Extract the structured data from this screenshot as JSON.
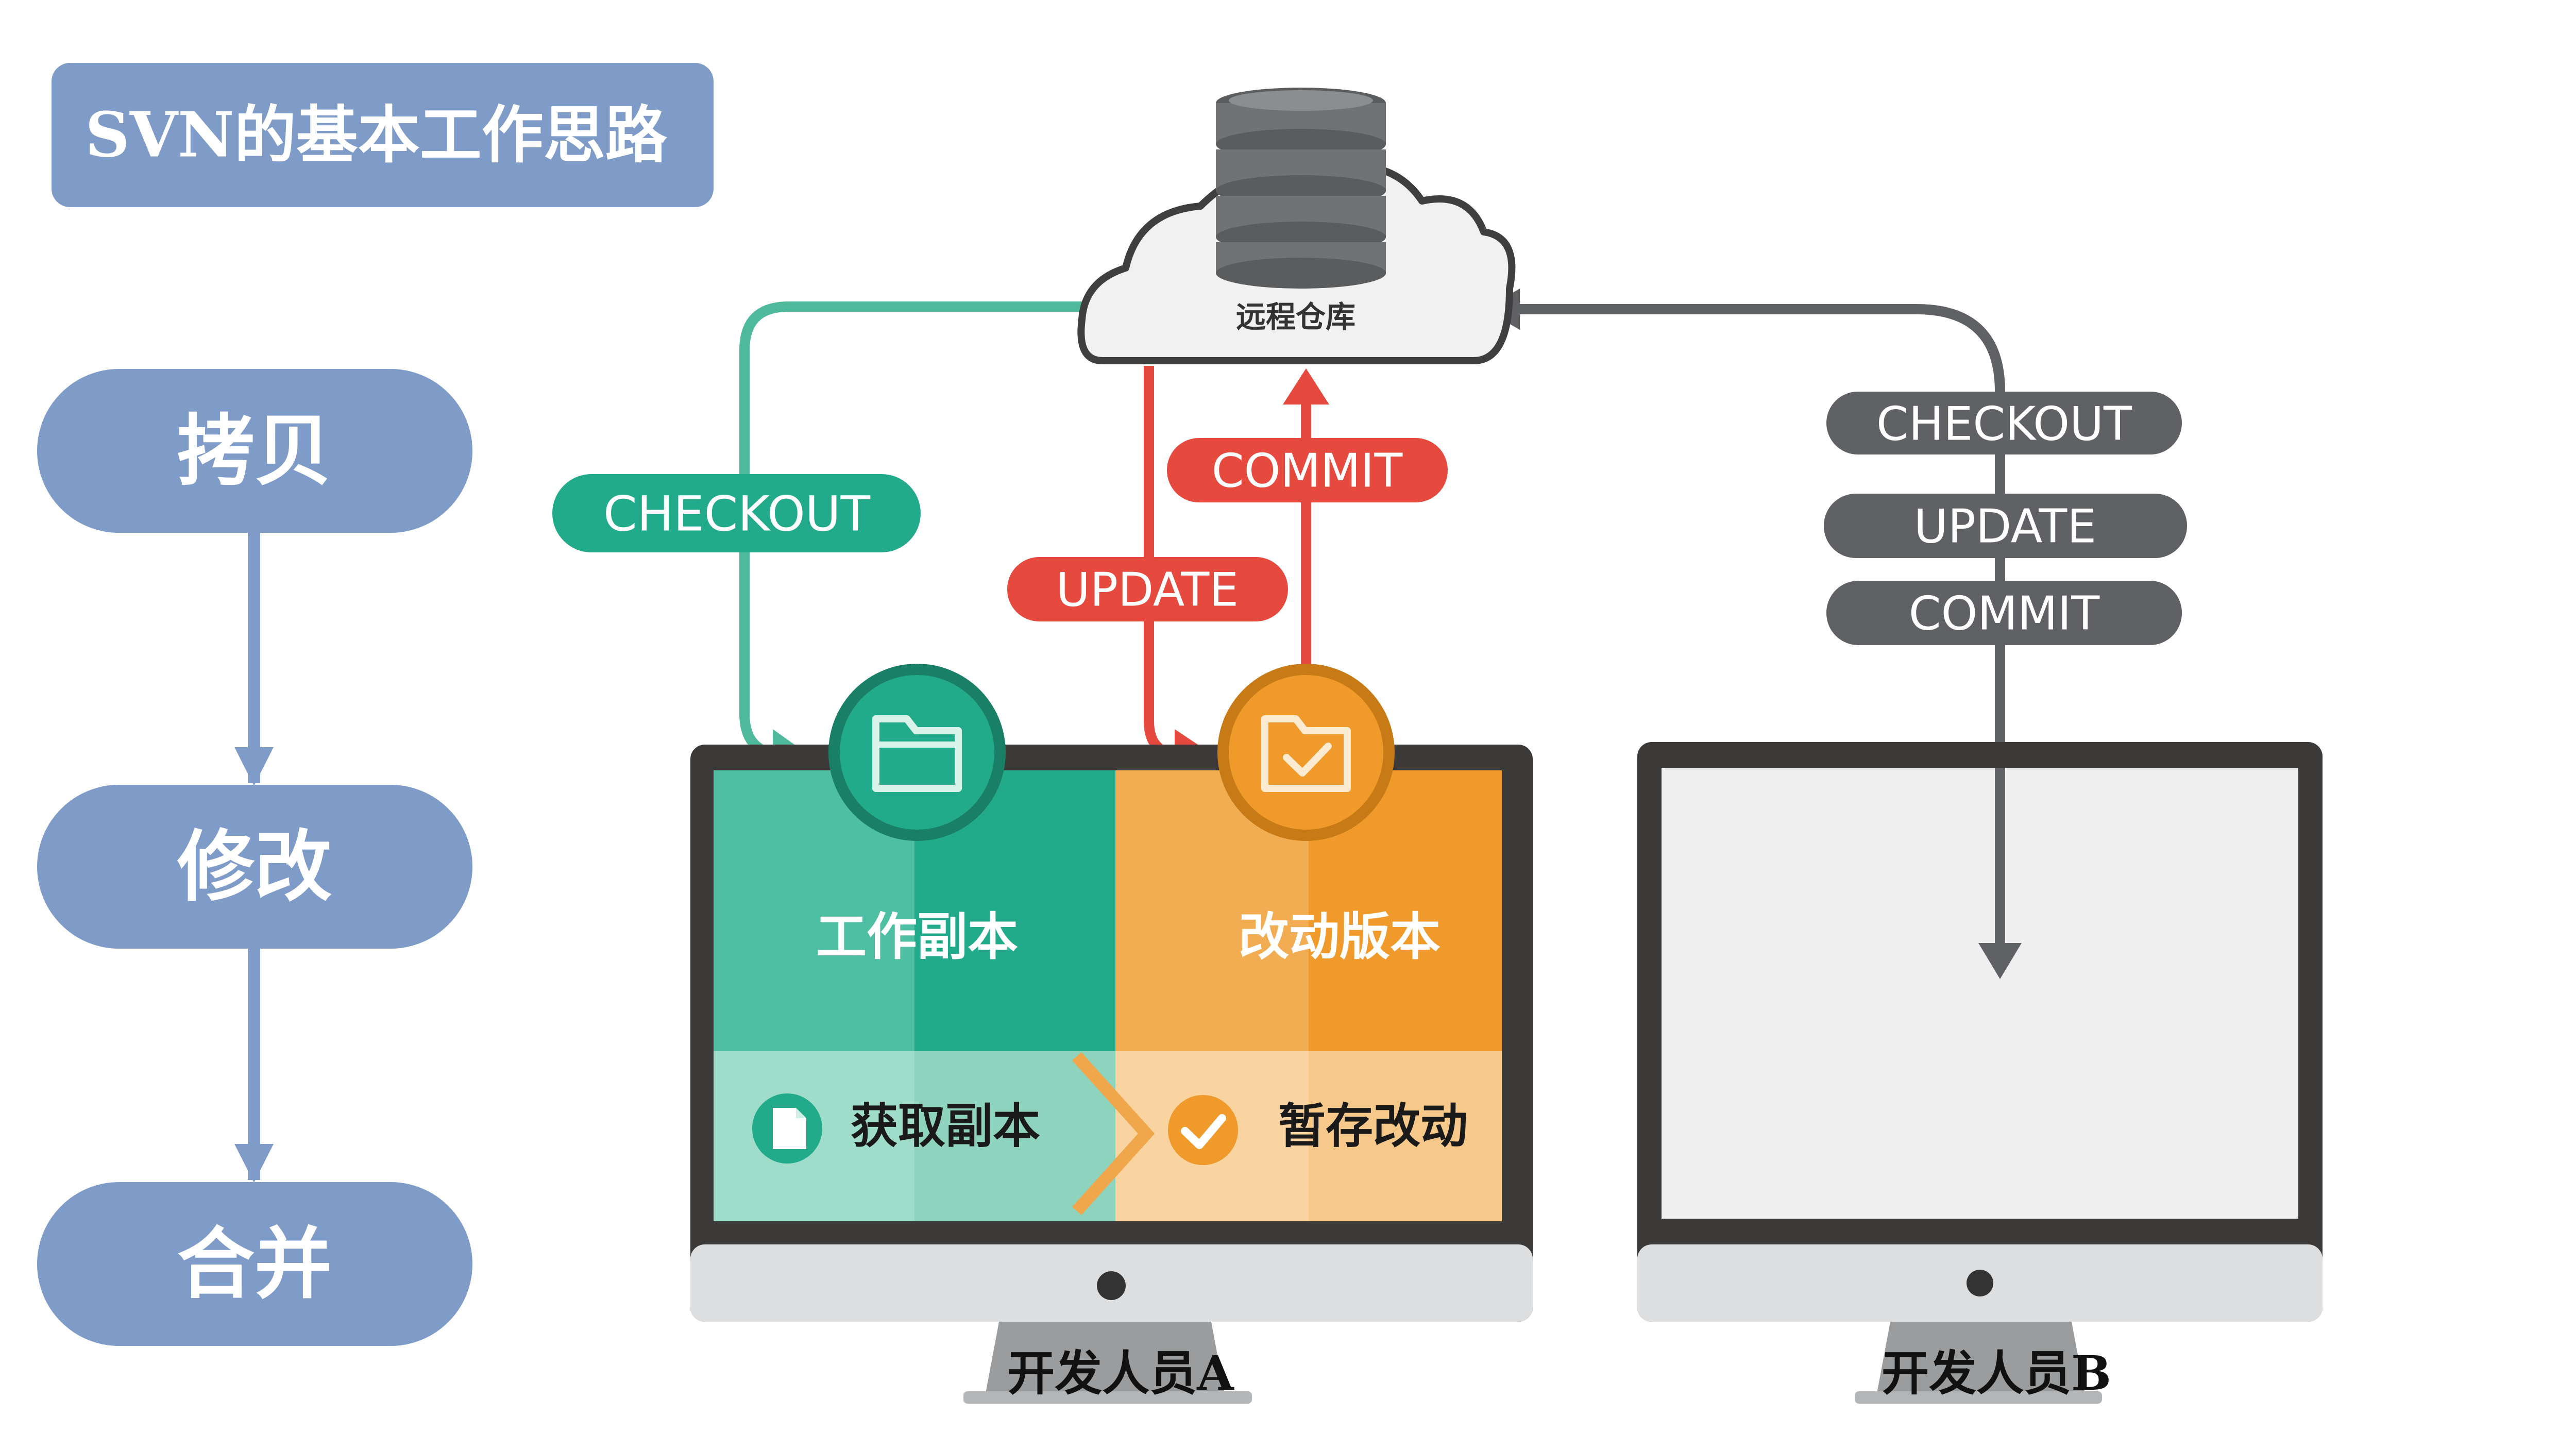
{
  "title": "SVN的基本工作思路",
  "steps": [
    "拷贝",
    "修改",
    "合并"
  ],
  "repository": {
    "label": "远程仓库"
  },
  "developer_a": {
    "label": "开发人员A",
    "panel_working_copy": "工作副本",
    "panel_changed_version": "改动版本",
    "action_get_copy": "获取副本",
    "action_stage_changes": "暂存改动"
  },
  "developer_b": {
    "label": "开发人员B"
  },
  "commands": {
    "checkout_a": "CHECKOUT",
    "update_a": "UPDATE",
    "commit_a": "COMMIT",
    "checkout_b": "CHECKOUT",
    "update_b": "UPDATE",
    "commit_b": "COMMIT"
  },
  "colors": {
    "step_blue": "#7f9cc8",
    "green": "#22ab8a",
    "green_light": "#4fbfa3",
    "orange": "#ef9a2b",
    "orange_light": "#f2ad52",
    "red": "#e64a3f",
    "gray": "#5f6164",
    "monitor_frame": "#3c3a38",
    "monitor_chin": "#dcdee0"
  }
}
